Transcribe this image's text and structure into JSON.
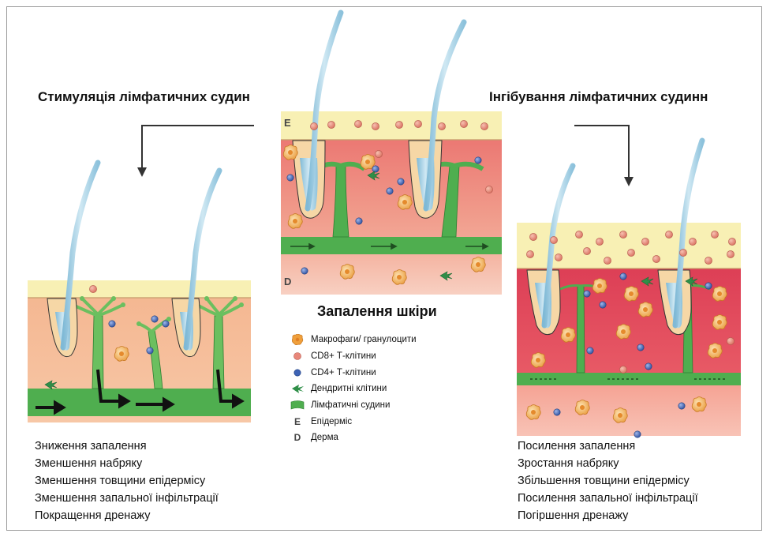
{
  "headings": {
    "left": "Стимуляція лімфатичних судин",
    "right": "Інгібування лімфатичних судинн"
  },
  "center": {
    "title": "Запалення шкіри",
    "layer_epidermis": "E",
    "layer_dermis": "D"
  },
  "legend": [
    {
      "icon": "macrophage-icon",
      "label": "Макрофаги/ гранулоцити"
    },
    {
      "icon": "cd8-cell-icon",
      "label": "CD8+ Т-клітини"
    },
    {
      "icon": "cd4-cell-icon",
      "label": "CD4+ Т-клітини"
    },
    {
      "icon": "dendritic-cell-icon",
      "label": "Дендритні клітини"
    },
    {
      "icon": "lymph-vessel-icon",
      "label": "Лімфатичні судини"
    },
    {
      "symbol": "E",
      "label": "Епідерміс"
    },
    {
      "symbol": "D",
      "label": "Дерма"
    }
  ],
  "left_effects": [
    "Зниження запалення",
    "Зменшення набряку",
    "Зменшення товщини епідермісу",
    "Зменшення запальної інфільтрації",
    "Покращення дренажу"
  ],
  "right_effects": [
    "Посилення запалення",
    "Зростання набряку",
    "Збільшення товщини епідермісу",
    "Посилення запальної інфільтрації",
    "Погіршення дренажу"
  ],
  "colors": {
    "epidermis": "#f8f0b4",
    "dermis_light": "#f6b39a",
    "dermis_red": "#e2475e",
    "lymph": "#4fae4f",
    "hair": "#a9d3e8",
    "cd8": "#e8877a",
    "cd4": "#3d63b5",
    "macrophage": "#f0a03c"
  }
}
